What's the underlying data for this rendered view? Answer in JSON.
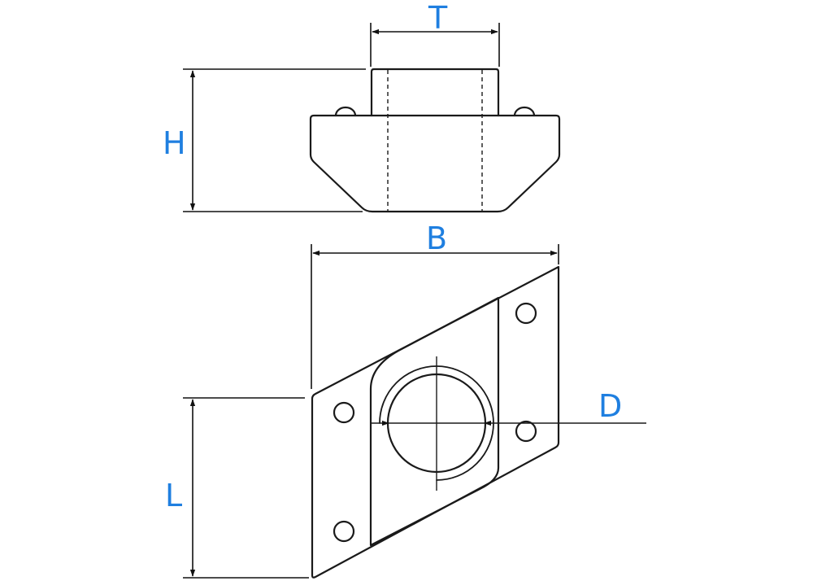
{
  "labels": {
    "T": "T",
    "H": "H",
    "B": "B",
    "D": "D",
    "L": "L"
  },
  "colors": {
    "label": "#1f7fe0",
    "line": "#1a1a1a",
    "background": "#ffffff"
  }
}
